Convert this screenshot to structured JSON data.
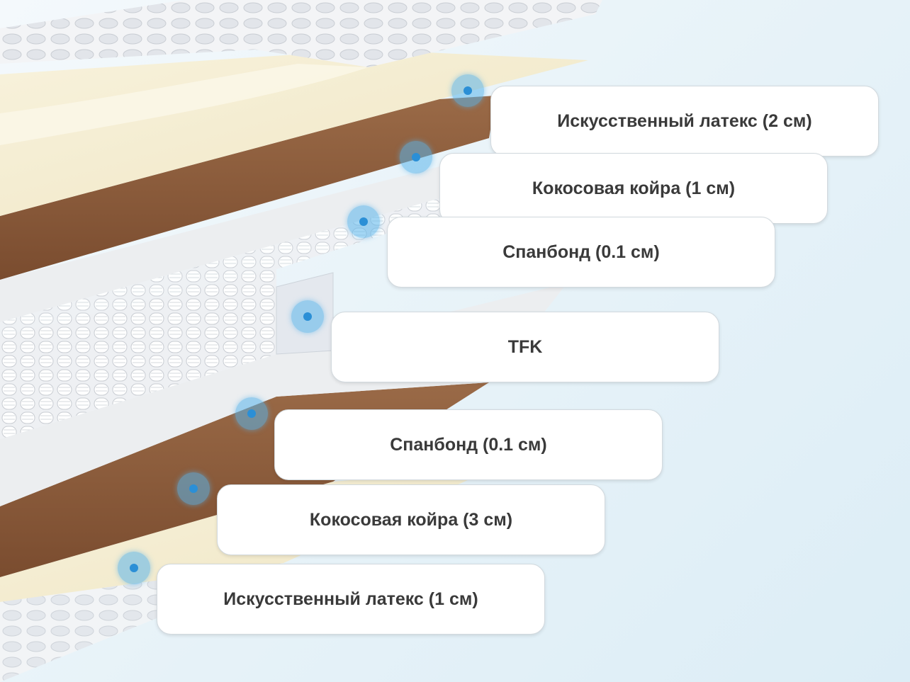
{
  "layers": [
    {
      "label": "Искусственный латекс (2 см)"
    },
    {
      "label": "Кокосовая койра (1 см)"
    },
    {
      "label": "Спанбонд (0.1 см)"
    },
    {
      "label": "TFK"
    },
    {
      "label": "Спанбонд (0.1 см)"
    },
    {
      "label": "Кокосовая койра (3 см)"
    },
    {
      "label": "Искусственный латекс (1 см)"
    }
  ],
  "colors": {
    "latex": "#f6f0d6",
    "coir": "#8a5a3a",
    "spunbond": "#eceef0",
    "spring": "#dfe3e8",
    "marker": "#2b8fd6"
  }
}
